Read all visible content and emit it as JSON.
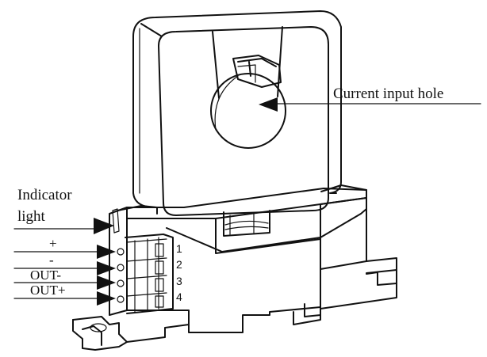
{
  "labels": {
    "current_input_hole": "Current input hole",
    "indicator_line1": "Indicator",
    "indicator_line2": "light",
    "plus": "+",
    "minus": "-",
    "out_minus": "OUT-",
    "out_plus": "OUT+"
  },
  "terminals": [
    "1",
    "2",
    "3",
    "4"
  ]
}
